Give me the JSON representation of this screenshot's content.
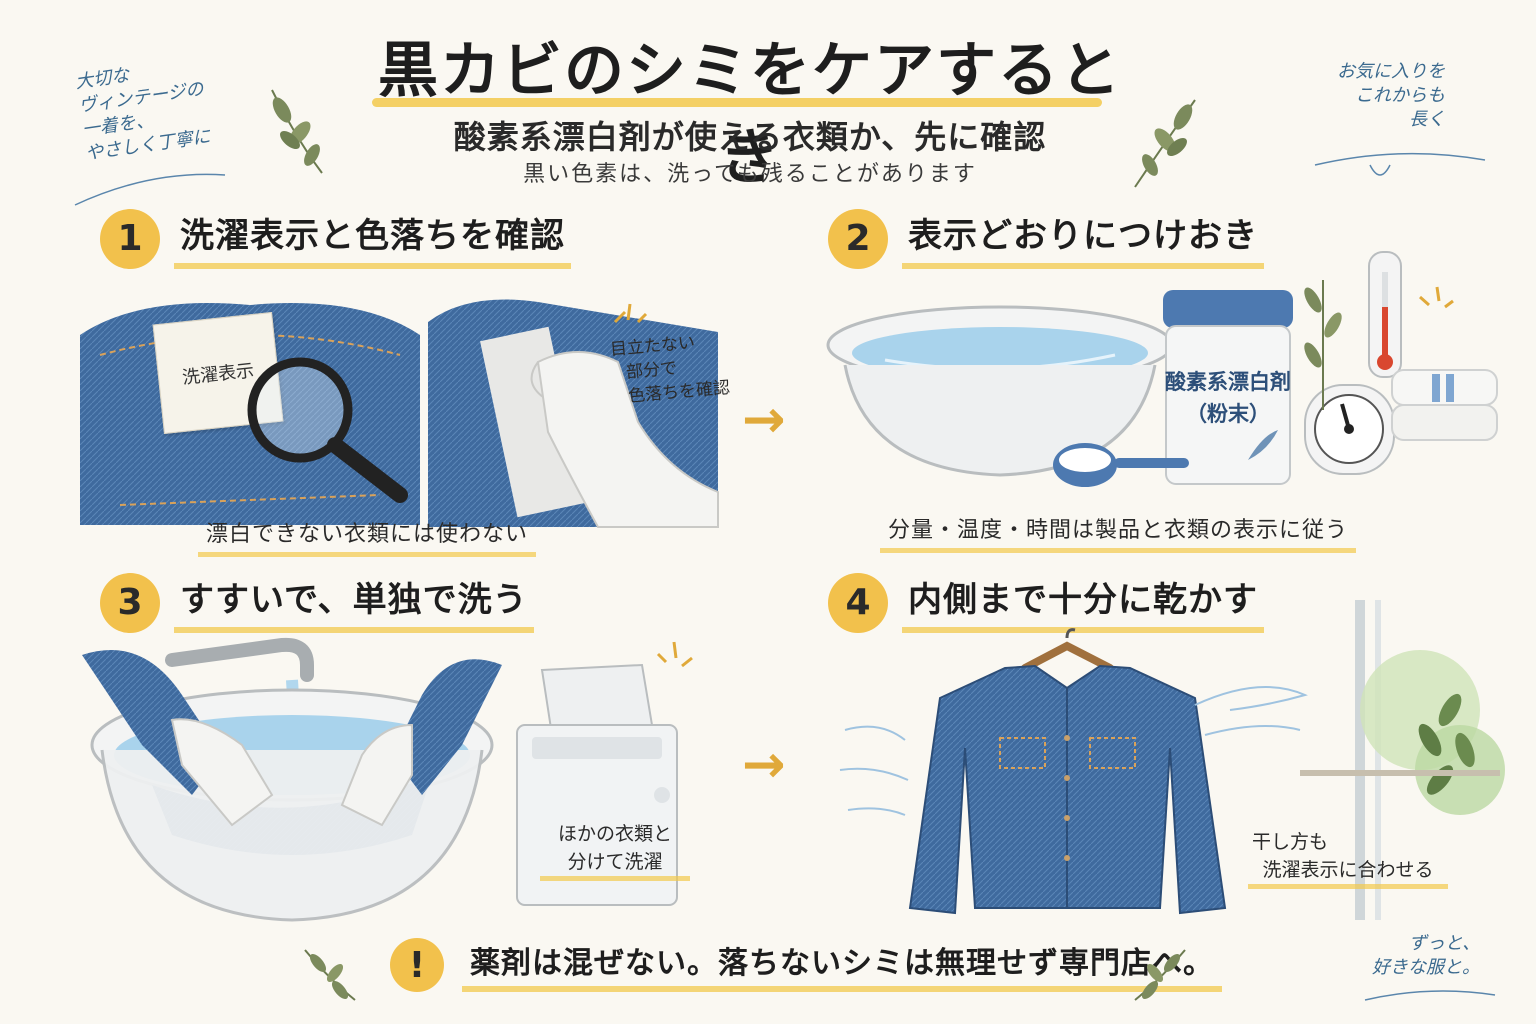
{
  "header": {
    "title": "黒カビのシミをケアするとき",
    "subtitle": "酸素系漂白剤が使える衣類か、先に確認",
    "note": "黒い色素は、洗っても残ることがあります"
  },
  "corner_notes": {
    "top_left": [
      "大切な",
      "ヴィンテージの",
      "一着を、",
      "やさしく丁寧に"
    ],
    "top_right": [
      "お気に入りを",
      "これからも",
      "長く"
    ],
    "bottom_right": [
      "ずっと、",
      "好きな服と。"
    ]
  },
  "steps": [
    {
      "number": "1",
      "title": "洗濯表示と色落ちを確認",
      "label_card": "洗濯表示",
      "side_note": [
        "目立たない",
        "部分で",
        "色落ちを確認"
      ],
      "caption": "漂白できない衣類には使わない"
    },
    {
      "number": "2",
      "title": "表示どおりにつけおき",
      "product_label": [
        "酸素系漂白剤",
        "（粉末）"
      ],
      "caption": "分量・温度・時間は製品と衣類の表示に従う"
    },
    {
      "number": "3",
      "title": "すすいで、単独で洗う",
      "side_note": [
        "ほかの衣類と",
        "分けて洗濯"
      ]
    },
    {
      "number": "4",
      "title": "内側まで十分に乾かす",
      "side_note": [
        "干し方も",
        "洗濯表示に合わせる"
      ]
    }
  ],
  "warning": {
    "icon": "!",
    "text": "薬剤は混ぜない。落ちないシミは無理せず専門店へ。"
  },
  "colors": {
    "accent_yellow": "#f2c14c",
    "denim_blue": "#3f6a9e",
    "water_blue": "#a9d3ec"
  }
}
